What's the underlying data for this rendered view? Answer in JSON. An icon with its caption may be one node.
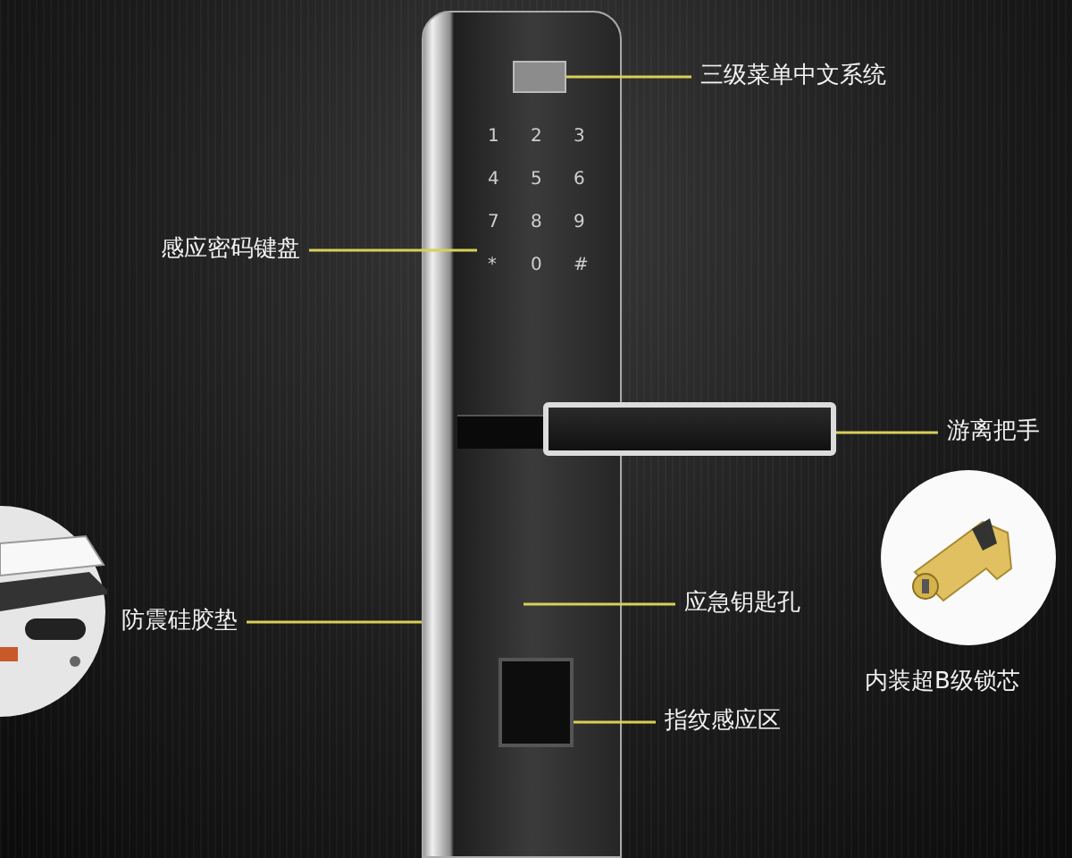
{
  "diagram": {
    "nodes": [
      {
        "text": [],
        "shape": "picture"
      },
      {
        "text": [],
        "shape": "box",
        "in": 0
      },
      {
        "text": [],
        "shape": "box",
        "in": 0
      },
      {
        "text": [],
        "shape": "bar"
      },
      {
        "text": [],
        "shape": "box",
        "in": 0
      },
      {
        "text": [
          "三级菜单中文系统"
        ]
      },
      {
        "text": [
          "感应密码键盘"
        ]
      },
      {
        "text": [
          "游离把手"
        ]
      },
      {
        "text": [
          "防震硅胶垫"
        ]
      },
      {
        "text": [
          "应急钥匙孔"
        ]
      },
      {
        "text": [
          "指纹感应区"
        ]
      },
      {
        "text": [
          "内装超B级锁芯"
        ]
      }
    ],
    "edges": [
      {
        "from": 5,
        "to": 1,
        "arrow": "none"
      },
      {
        "from": 6,
        "to": 2,
        "arrow": "none"
      },
      {
        "from": 7,
        "to": 3,
        "arrow": "none"
      },
      {
        "from": 8,
        "to": 0,
        "arrow": "none"
      },
      {
        "from": 9,
        "to": null,
        "arrow": "none"
      },
      {
        "from": 10,
        "to": 4,
        "arrow": "none"
      }
    ],
    "labels": [
      "1",
      "2",
      "3",
      "4",
      "5",
      "6",
      "7",
      "8",
      "9",
      "*",
      "0",
      "#"
    ]
  }
}
